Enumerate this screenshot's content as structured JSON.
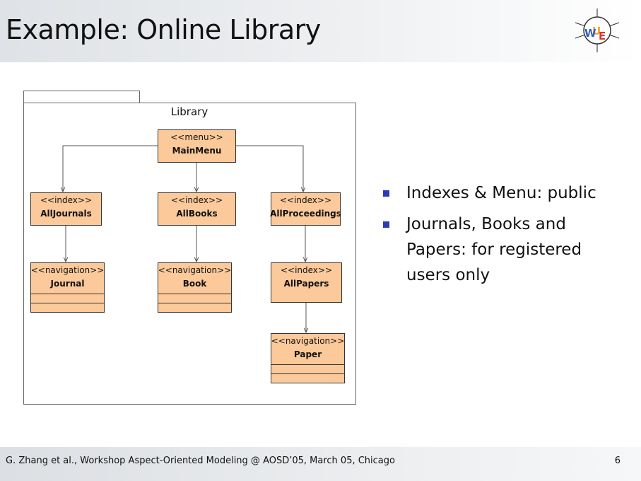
{
  "slide": {
    "title": "Example: Online Library",
    "footer": "G. Zhang et al., Workshop Aspect-Oriented Modeling @ AOSD’05, March 05, Chicago",
    "page_number": "6"
  },
  "logo": {
    "letters": [
      "U",
      "W",
      "E"
    ],
    "colors": [
      "#f2a12e",
      "#2e5fbf",
      "#d9372c"
    ]
  },
  "diagram": {
    "package_name": "Library",
    "box_fill": "#fcc99a",
    "nodes": [
      {
        "id": "main-menu",
        "stereotype": "<<menu>>",
        "name": "MainMenu"
      },
      {
        "id": "all-journals",
        "stereotype": "<<index>>",
        "name": "AllJournals"
      },
      {
        "id": "all-books",
        "stereotype": "<<index>>",
        "name": "AllBooks"
      },
      {
        "id": "all-proceedings",
        "stereotype": "<<index>>",
        "name": "AllProceedings"
      },
      {
        "id": "journal",
        "stereotype": "<<navigation>>",
        "name": "Journal"
      },
      {
        "id": "book",
        "stereotype": "<<navigation>>",
        "name": "Book"
      },
      {
        "id": "all-papers",
        "stereotype": "<<index>>",
        "name": "AllPapers"
      },
      {
        "id": "paper",
        "stereotype": "<<navigation>>",
        "name": "Paper"
      }
    ],
    "edges": [
      {
        "from": "main-menu",
        "to": "all-journals"
      },
      {
        "from": "main-menu",
        "to": "all-books"
      },
      {
        "from": "main-menu",
        "to": "all-proceedings"
      },
      {
        "from": "all-journals",
        "to": "journal"
      },
      {
        "from": "all-books",
        "to": "book"
      },
      {
        "from": "all-proceedings",
        "to": "all-papers"
      },
      {
        "from": "all-papers",
        "to": "paper"
      }
    ]
  },
  "bullets": [
    {
      "text": "Indexes & Menu: public"
    },
    {
      "text": "Journals, Books and Papers: for registered users only"
    }
  ]
}
